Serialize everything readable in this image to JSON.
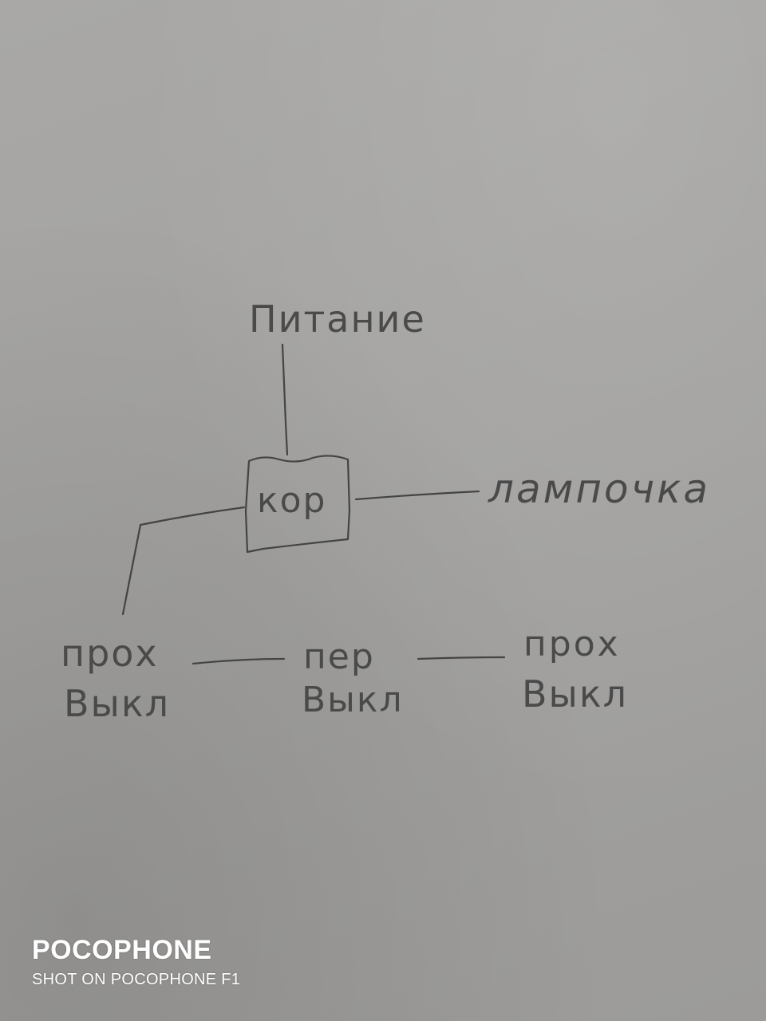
{
  "diagram": {
    "power_label": "Питание",
    "controller_label": "кор",
    "lamp_label": "лампочка",
    "switch_left": {
      "line1": "прох",
      "line2": "Выкл"
    },
    "switch_middle": {
      "line1": "пер",
      "line2": "Выкл"
    },
    "switch_right": {
      "line1": "прох",
      "line2": "Выкл"
    }
  },
  "watermark": {
    "brand": "POCOPHONE",
    "subtitle": "SHOT ON POCOPHONE F1"
  },
  "colors": {
    "paper": "#a3a2a0",
    "pencil": "#444444",
    "watermark": "#ffffff"
  }
}
